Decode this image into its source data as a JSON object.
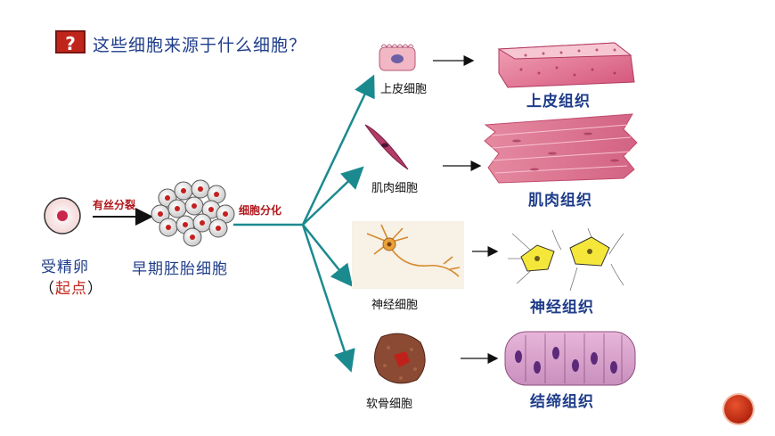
{
  "question": {
    "icon": "question-mark-icon",
    "mark": "?",
    "text": "这些细胞来源于什么细胞？"
  },
  "left": {
    "zygote_label": "受精卵",
    "origin_open": "（",
    "origin_text": "起点",
    "origin_close": "）",
    "mitosis_label": "有丝分裂",
    "embryo_label": "早期胚胎细胞",
    "differentiation_label": "细胞分化"
  },
  "branches": [
    {
      "cell_label": "上皮细胞",
      "tissue_label": "上皮组织"
    },
    {
      "cell_label": "肌肉细胞",
      "tissue_label": "肌肉组织"
    },
    {
      "cell_label": "神经细胞",
      "tissue_label": "神经组织"
    },
    {
      "cell_label": "软骨细胞",
      "tissue_label": "结缔组织"
    }
  ],
  "colors": {
    "title_blue": "#1f3d8a",
    "label_red": "#b0161b",
    "teal_arrow": "#1b8a8f",
    "accent_red": "#c0251b"
  }
}
